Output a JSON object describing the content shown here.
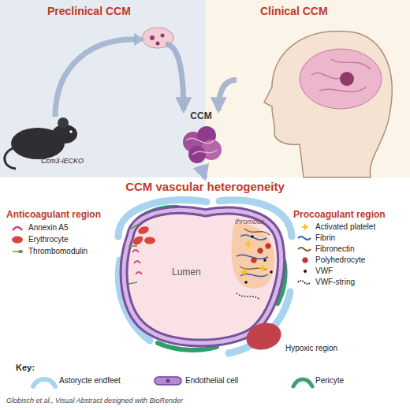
{
  "diagram": {
    "caption": "Globisch et al., Visual Abstract designed with BioRender",
    "nodes": [
      {
        "text": [
          "Preclinical CCM"
        ]
      },
      {
        "text": [
          "Clinical CCM"
        ]
      },
      {
        "text": [
          "CCM"
        ]
      },
      {
        "text": [
          "CCM vascular heterogeneity"
        ]
      }
    ],
    "edges": [
      {
        "from": 0,
        "to": 2,
        "arrow": "to"
      },
      {
        "from": 1,
        "to": 2,
        "arrow": "to"
      },
      {
        "from": 2,
        "to": 3,
        "arrow": "to"
      }
    ],
    "labels": [
      "Ccm3-iECKO",
      "Lumen",
      "thrombus",
      "Hypoxic region",
      "Anticoagulant region",
      "Procoagulant region",
      "Key:"
    ],
    "legend": [
      {
        "text": "Annexin A5"
      },
      {
        "text": "Erythrocyte"
      },
      {
        "text": "Thrombomodulin"
      },
      {
        "text": "Activated platelet"
      },
      {
        "text": "Fibrin"
      },
      {
        "text": "Fibronectin"
      },
      {
        "text": "Polyhedrocyte"
      },
      {
        "text": "VWF"
      },
      {
        "text": "VWF-string"
      },
      {
        "text": "Astorycte endfeet"
      },
      {
        "text": "Endothelial cell"
      },
      {
        "text": "Pericyte"
      }
    ]
  }
}
